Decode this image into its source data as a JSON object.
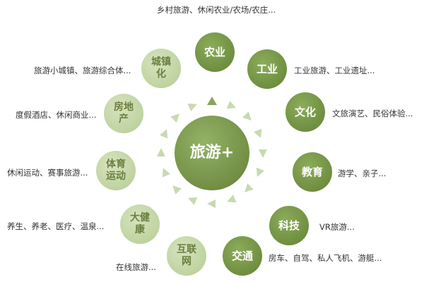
{
  "center": {
    "label": "旅游+"
  },
  "nodes": [
    {
      "id": "agri",
      "label": "农业",
      "desc": "乡村旅游、休闲农业/农场/农庄..."
    },
    {
      "id": "industry",
      "label": "工业",
      "desc": "工业旅游、工业遗址..."
    },
    {
      "id": "culture",
      "label": "文化",
      "desc": "文旅演艺、民俗体验..."
    },
    {
      "id": "edu",
      "label": "教育",
      "desc": "游学、亲子..."
    },
    {
      "id": "tech",
      "label": "科技",
      "desc": "VR旅游..."
    },
    {
      "id": "traffic",
      "label": "交通",
      "desc": "房车、自驾、私人飞机、游艇..."
    },
    {
      "id": "internet",
      "label": "互联网",
      "desc": "在线旅游..."
    },
    {
      "id": "health",
      "label": "大健康",
      "desc": "养生、养老、医疗、温泉..."
    },
    {
      "id": "sports",
      "label": "体育运动",
      "desc": "休闲运动、赛事旅游..."
    },
    {
      "id": "realestate",
      "label": "房地产",
      "desc": "度假酒店、休闲商业..."
    },
    {
      "id": "urban",
      "label": "城镇化",
      "desc": "旅游小城镇、旅游综合体..."
    }
  ],
  "colors": {
    "dark_green": "#7a9a4b",
    "light_green": "#c3d6a6",
    "arrow": "#c9d9b0",
    "text": "#333333"
  }
}
